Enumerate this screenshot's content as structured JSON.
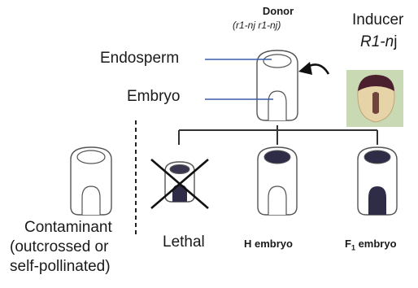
{
  "donor": {
    "title": "Donor",
    "genotype": "(r1-nj r1-nj)"
  },
  "inducer": {
    "title": "Inducer",
    "genotype": "R1-nj"
  },
  "parts": {
    "endosperm": "Endosperm",
    "embryo": "Embryo"
  },
  "outcomes": {
    "contaminant": [
      "Contaminant",
      "(outcrossed or",
      "self-pollinated)"
    ],
    "lethal": "Lethal",
    "h_embryo": "H embryo",
    "f1_embryo_prefix": "F",
    "f1_embryo_sub": "1",
    "f1_embryo_suffix": " embryo"
  },
  "colors": {
    "line": "#3a5fa8",
    "outline": "#555555",
    "purple_fill": "#2f2c48",
    "cross": "#111111",
    "photo_bg": "#c9d9b4",
    "kernel_body": "#e6d3a8",
    "kernel_cap": "#4a1f2e"
  }
}
